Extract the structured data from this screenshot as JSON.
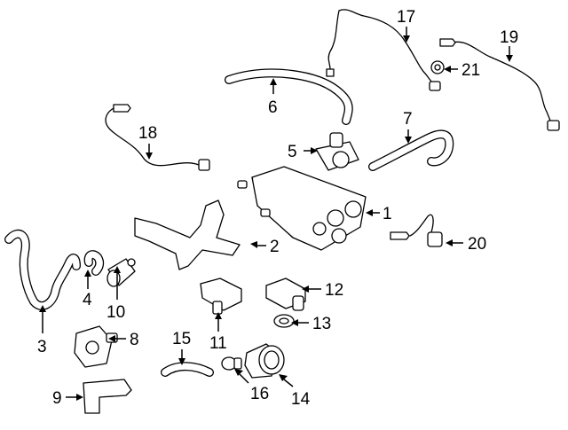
{
  "callouts": [
    {
      "id": "1",
      "label": "1"
    },
    {
      "id": "2",
      "label": "2"
    },
    {
      "id": "3",
      "label": "3"
    },
    {
      "id": "4",
      "label": "4"
    },
    {
      "id": "5",
      "label": "5"
    },
    {
      "id": "6",
      "label": "6"
    },
    {
      "id": "7",
      "label": "7"
    },
    {
      "id": "8",
      "label": "8"
    },
    {
      "id": "9",
      "label": "9"
    },
    {
      "id": "10",
      "label": "10"
    },
    {
      "id": "11",
      "label": "11"
    },
    {
      "id": "12",
      "label": "12"
    },
    {
      "id": "13",
      "label": "13"
    },
    {
      "id": "14",
      "label": "14"
    },
    {
      "id": "15",
      "label": "15"
    },
    {
      "id": "16",
      "label": "16"
    },
    {
      "id": "17",
      "label": "17"
    },
    {
      "id": "18",
      "label": "18"
    },
    {
      "id": "19",
      "label": "19"
    },
    {
      "id": "20",
      "label": "20"
    },
    {
      "id": "21",
      "label": "21"
    }
  ],
  "colors": {
    "line": "#000000",
    "background": "#ffffff"
  }
}
